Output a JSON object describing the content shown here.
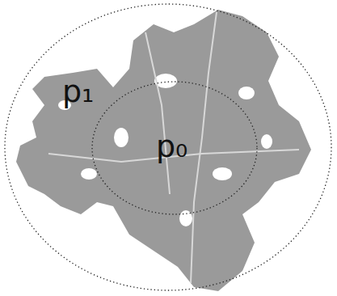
{
  "diagram": {
    "nodes": [
      {
        "text": [
          "p₁"
        ]
      },
      {
        "text": [
          "p₀"
        ],
        "in": 0
      }
    ]
  }
}
